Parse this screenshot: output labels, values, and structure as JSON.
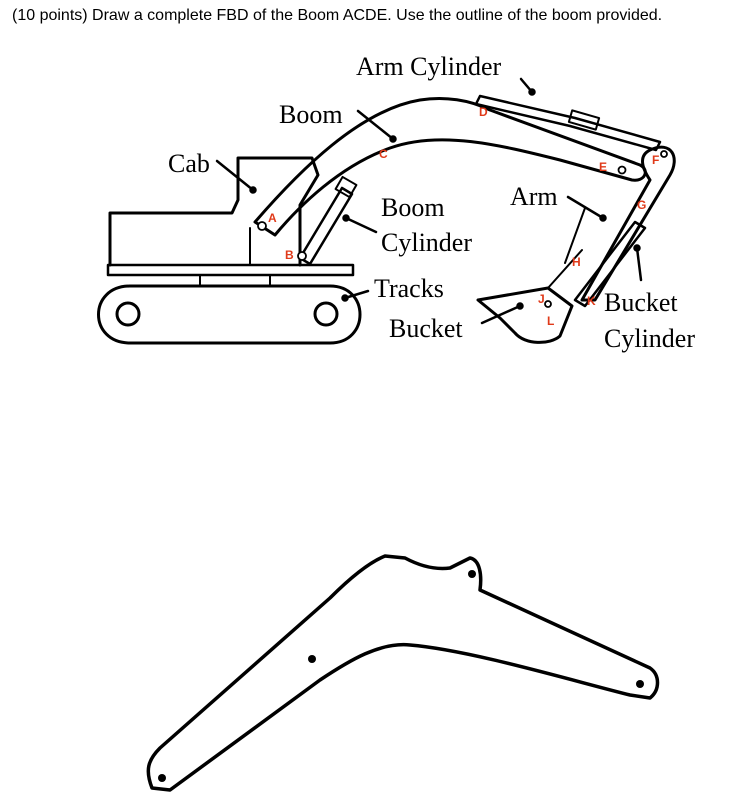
{
  "question": {
    "text": "(10 points) Draw a complete FBD of the Boom ACDE. Use the outline of the boom provided."
  },
  "diagram": {
    "part_labels": {
      "arm_cylinder": "Arm Cylinder",
      "boom": "Boom",
      "cab": "Cab",
      "boom_cylinder_1": "Boom",
      "boom_cylinder_2": "Cylinder",
      "arm": "Arm",
      "tracks": "Tracks",
      "bucket": "Bucket",
      "bucket_cylinder_1": "Bucket",
      "bucket_cylinder_2": "Cylinder"
    },
    "point_labels": {
      "A": "A",
      "B": "B",
      "C": "C",
      "D": "D",
      "E": "E",
      "F": "F",
      "G": "G",
      "H": "H",
      "J": "J",
      "K": "K",
      "L": "L"
    },
    "point_label_color": "#e03a1a"
  }
}
